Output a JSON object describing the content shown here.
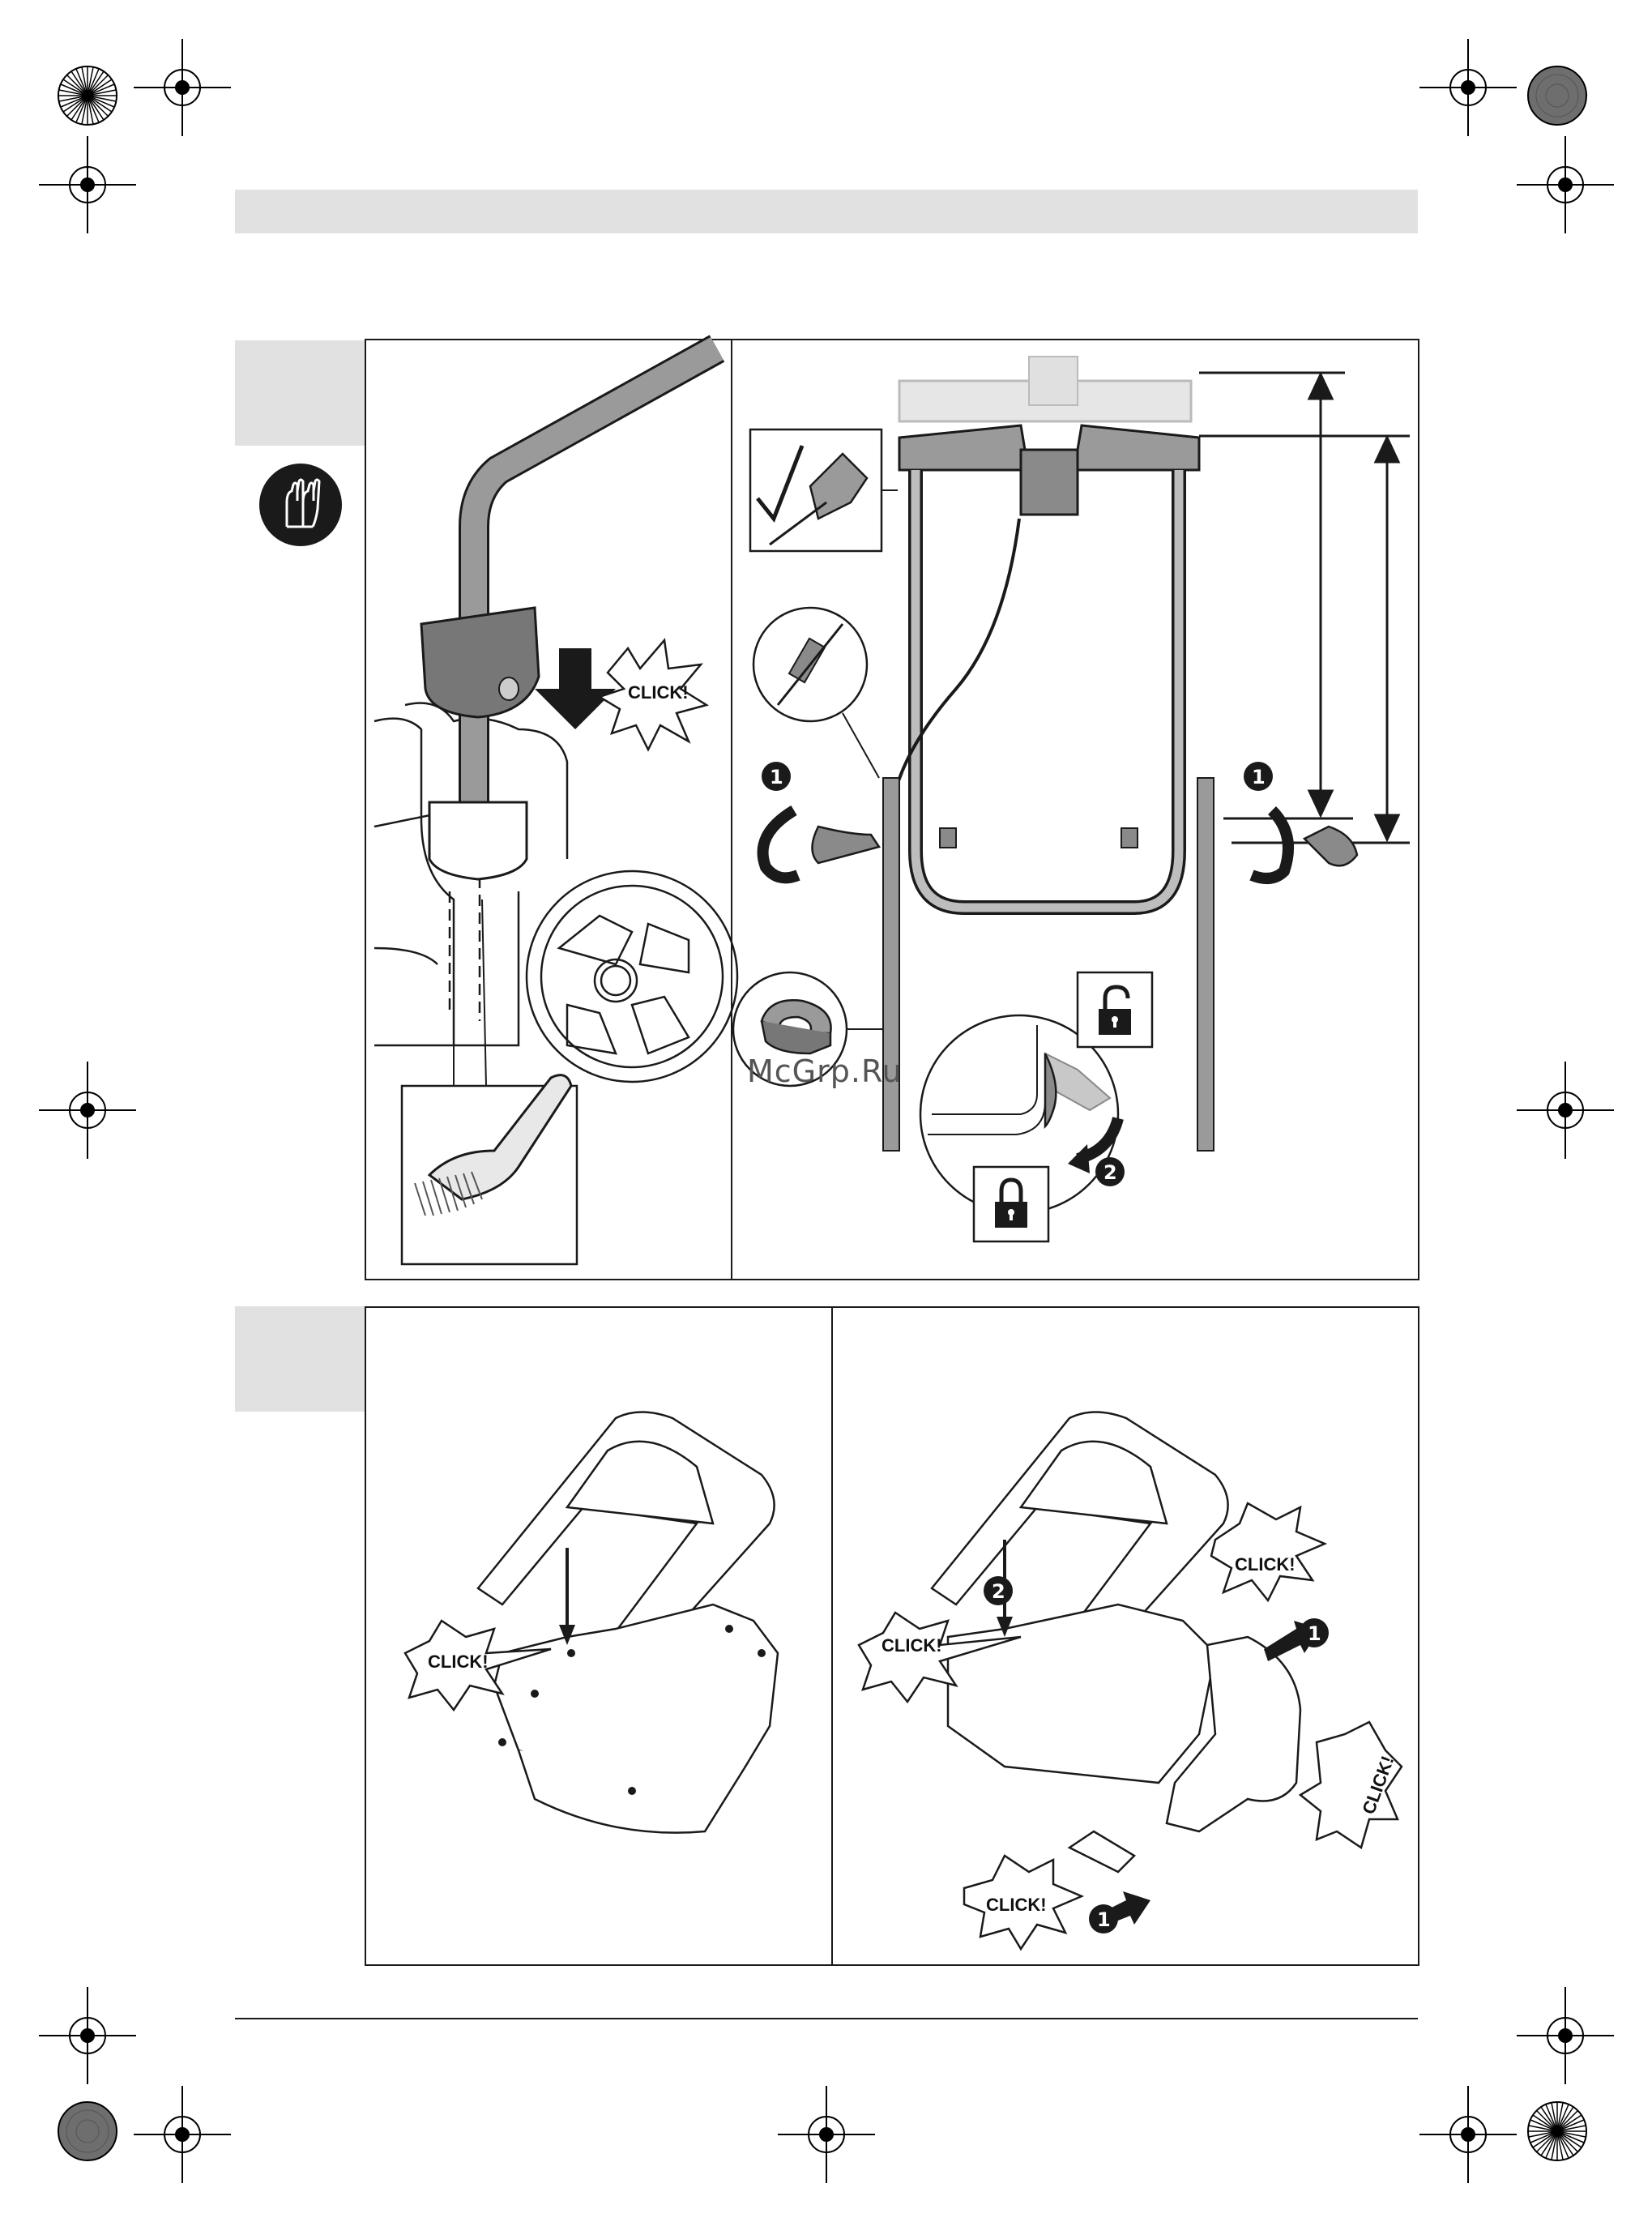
{
  "page": {
    "watermark": "McGrp.Ru"
  },
  "callouts": {
    "click_label": "CLICK!",
    "step_one": "1",
    "step_two": "2"
  },
  "colors": {
    "tab_gray": "#e1e1e1",
    "line": "#1a1a1a",
    "handle_light": "#c8c8c8",
    "handle_mid": "#8a8a8a"
  },
  "icons": {
    "gloves": "gloves-icon",
    "brush": "brush-icon",
    "unlock": "unlock-icon",
    "lock": "lock-icon",
    "check": "checkmark-icon",
    "cable_clip": "cable-clip-icon",
    "connector": "connector-icon",
    "registration_mark": "registration-mark-icon",
    "color_target": "color-target-icon"
  }
}
